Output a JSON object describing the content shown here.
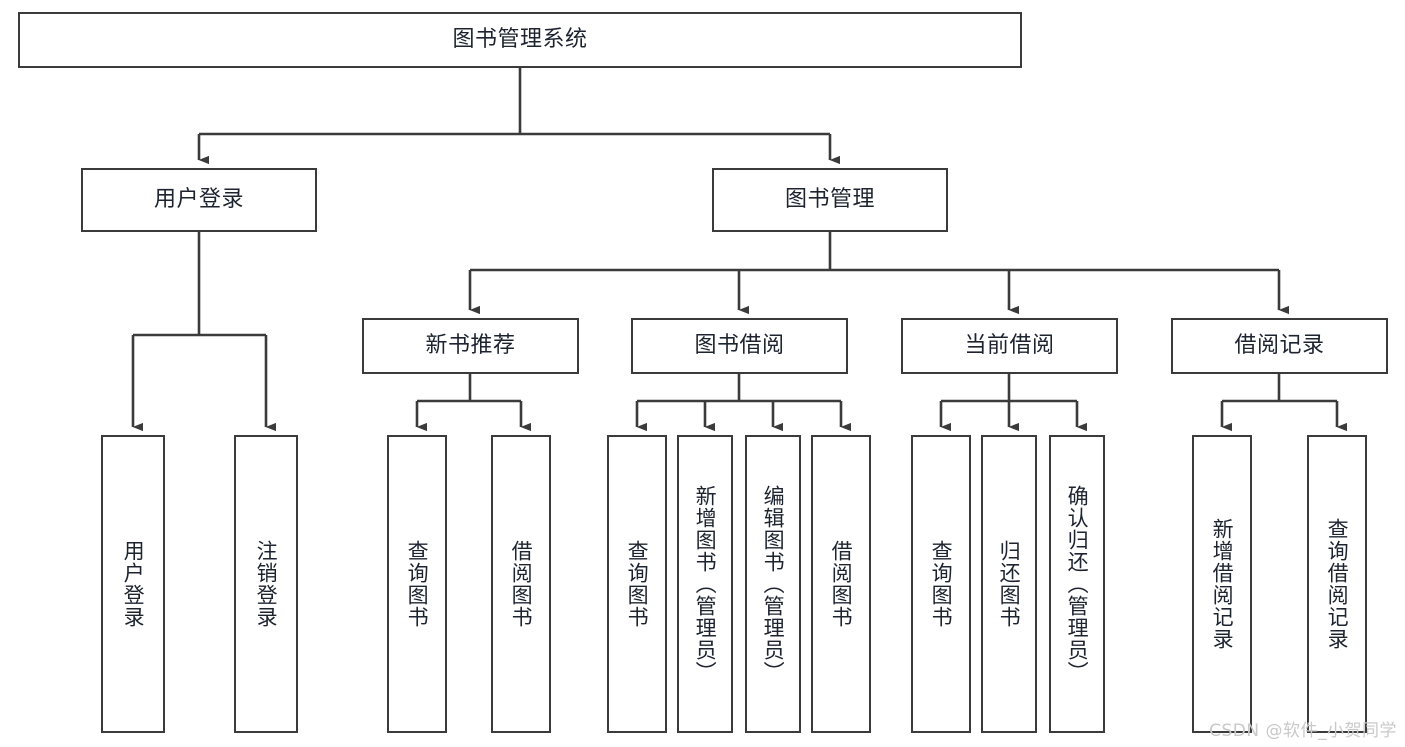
{
  "diagram": {
    "title": "图书管理系统",
    "watermark": "CSDN @软件_小贺同学",
    "colors": {
      "box_border": "#3b3b3b",
      "box_fill": "#ffffff",
      "connector": "#3b3b3b",
      "text": "#1d2430",
      "watermark": "#c9c9c9",
      "background": "#ffffff"
    },
    "nodes": {
      "root": {
        "label": "图书管理系统"
      },
      "level2": [
        {
          "label": "用户登录"
        },
        {
          "label": "图书管理"
        }
      ],
      "level3": [
        {
          "label": "新书推荐"
        },
        {
          "label": "图书借阅"
        },
        {
          "label": "当前借阅"
        },
        {
          "label": "借阅记录"
        }
      ],
      "leaves": {
        "user_login": [
          {
            "label": "用户登录"
          },
          {
            "label": "注销登录"
          }
        ],
        "new_book_recommend": [
          {
            "label": "查询图书"
          },
          {
            "label": "借阅图书"
          }
        ],
        "book_borrow": [
          {
            "label": "查询图书"
          },
          {
            "label": "新增图书（管理员）"
          },
          {
            "label": "编辑图书（管理员）"
          },
          {
            "label": "借阅图书"
          }
        ],
        "current_borrow": [
          {
            "label": "查询图书"
          },
          {
            "label": "归还图书"
          },
          {
            "label": "确认归还（管理员）"
          }
        ],
        "borrow_record": [
          {
            "label": "新增借阅记录"
          },
          {
            "label": "查询借阅记录"
          }
        ]
      }
    }
  }
}
